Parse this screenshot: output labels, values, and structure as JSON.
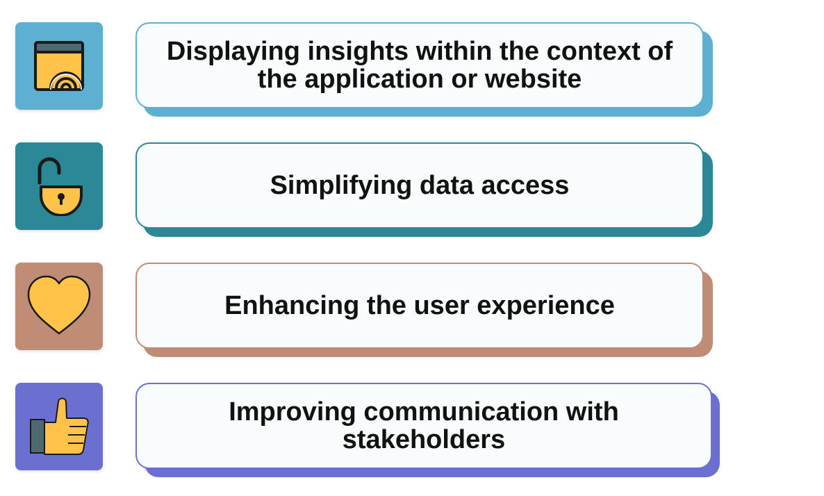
{
  "items": [
    {
      "label": "Displaying insights within the context of the application or website",
      "icon": "browser-wifi-icon",
      "color": "#5eb0d2"
    },
    {
      "label": "Simplifying data access",
      "icon": "unlocked-padlock-icon",
      "color": "#2b8896"
    },
    {
      "label": "Enhancing the user experience",
      "icon": "heart-icon",
      "color": "#bf8c76"
    },
    {
      "label": "Improving communication with stakeholders",
      "icon": "thumbs-up-icon",
      "color": "#6a6fd0"
    }
  ]
}
